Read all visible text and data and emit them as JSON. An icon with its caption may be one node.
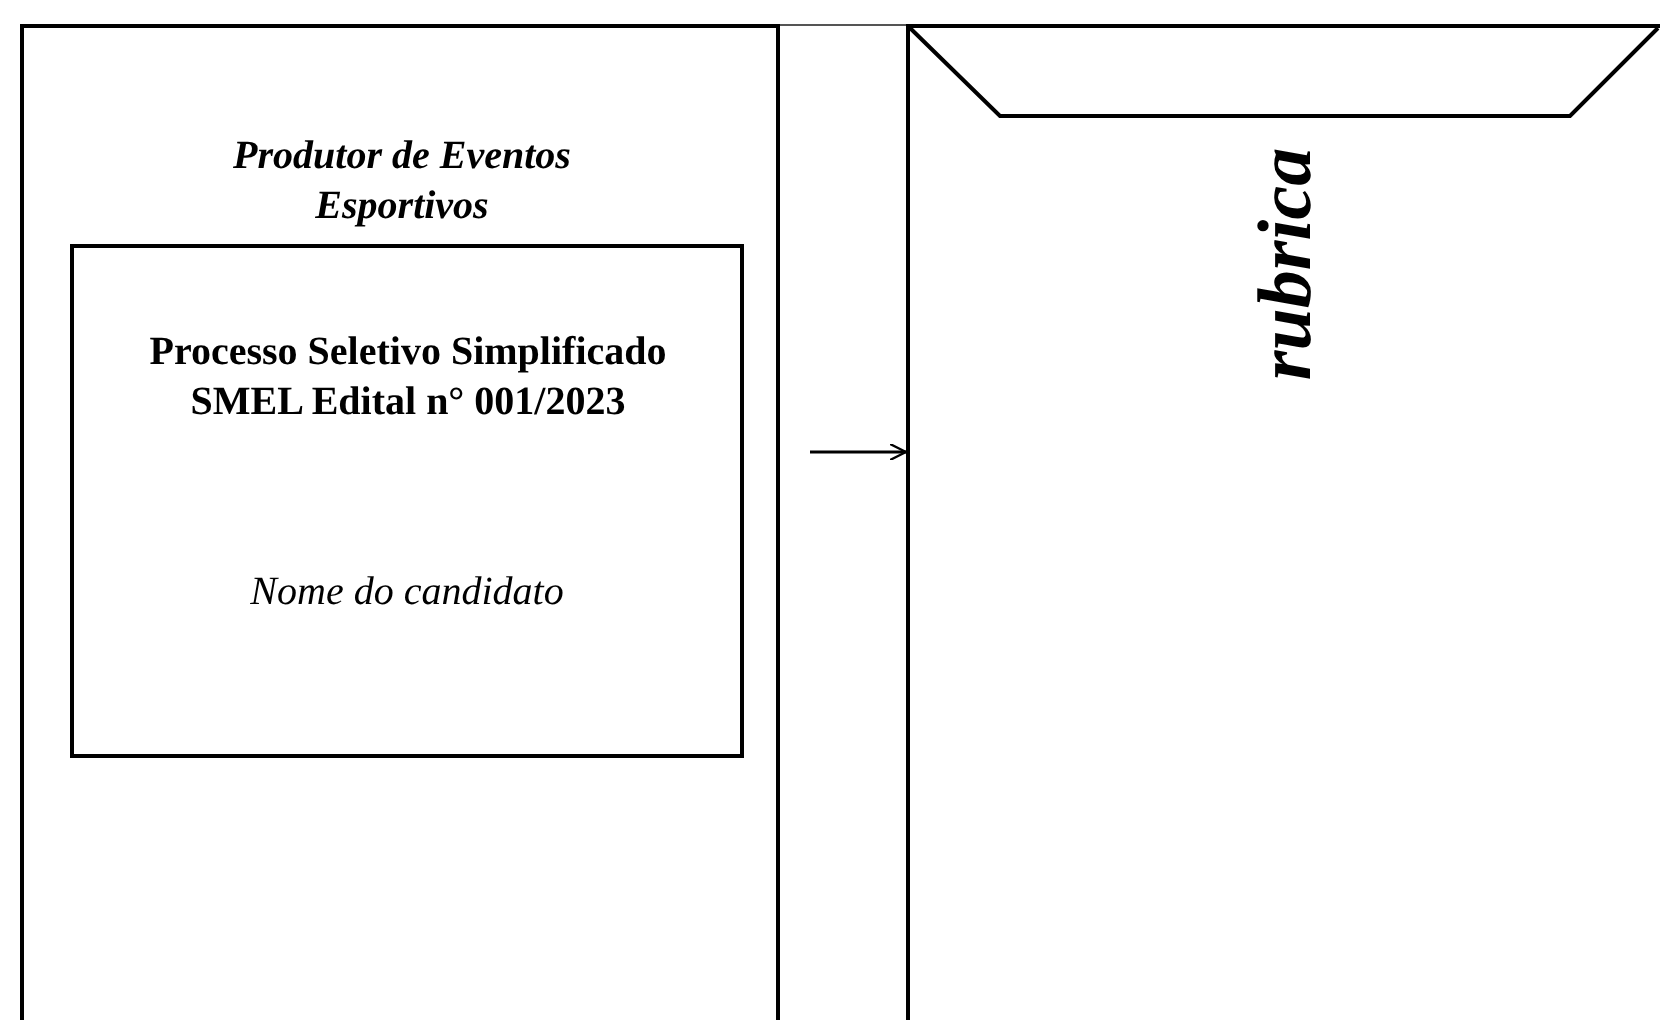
{
  "diagram": {
    "nodes": [
      {
        "text": [
          "Produtor de Eventos Esportivos"
        ]
      },
      {
        "text": [
          "Processo Seletivo Simplificado SMEL Edital n° 001/2023",
          "Nome do candidato"
        ],
        "in": 0
      },
      {
        "text": [
          "rubrica"
        ]
      }
    ],
    "edges": [
      {
        "from": null,
        "to": 2,
        "arrow": "to"
      }
    ]
  }
}
